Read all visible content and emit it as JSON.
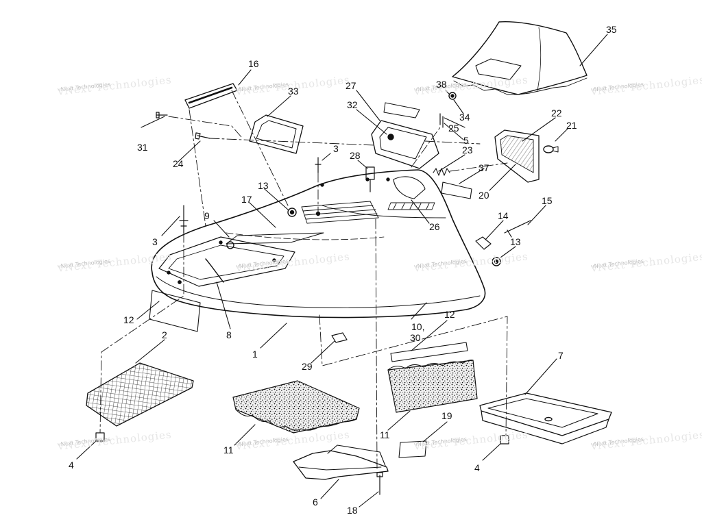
{
  "diagram": {
    "watermark": "vNext Technologies",
    "callouts": {
      "c35": "35",
      "c16": "16",
      "c33": "33",
      "c27": "27",
      "c32": "32",
      "c38": "38",
      "c34": "34",
      "c25": "25",
      "c5": "5",
      "c22": "22",
      "c21": "21",
      "c31": "31",
      "c24": "24",
      "c3a": "3",
      "c28": "28",
      "c23": "23",
      "c37": "37",
      "c20": "20",
      "c13a": "13",
      "c17": "17",
      "c9": "9",
      "c3b": "3",
      "c26": "26",
      "c14": "14",
      "c15": "15",
      "c13b": "13",
      "c12a": "12",
      "c8": "8",
      "c1": "1",
      "c10": "10,",
      "c30": "30",
      "c12b": "12",
      "c7": "7",
      "c2": "2",
      "c29": "29",
      "c11a": "11",
      "c11b": "11",
      "c19": "19",
      "c4a": "4",
      "c4b": "4",
      "c6": "6",
      "c18": "18"
    }
  }
}
